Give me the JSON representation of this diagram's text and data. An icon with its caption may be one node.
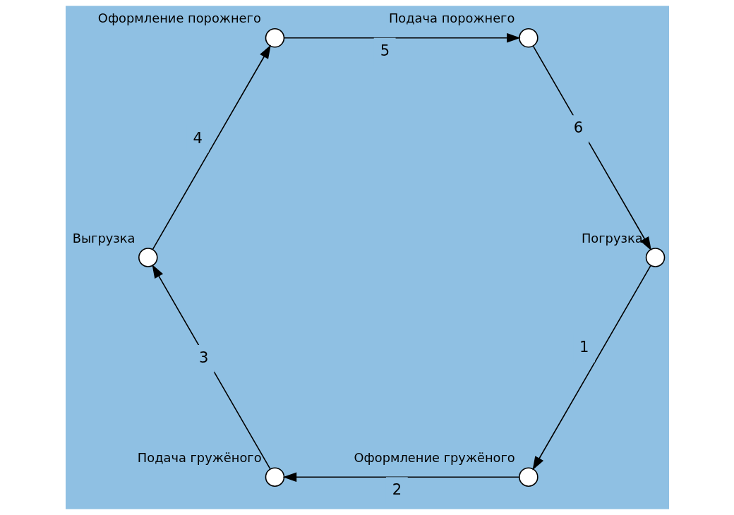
{
  "diagram": {
    "nodes": [
      {
        "text": [],
        "shape": "circle",
        "beside": [
          "Оформление гружёного"
        ]
      },
      {
        "text": [],
        "shape": "circle",
        "beside": [
          "Подача гружёного"
        ]
      },
      {
        "text": [],
        "shape": "circle",
        "beside": [
          "Погрузка"
        ]
      },
      {
        "text": [],
        "shape": "circle",
        "beside": [
          "Выгрузка"
        ]
      },
      {
        "text": [],
        "shape": "circle",
        "beside": [
          "Подача порожнего"
        ]
      },
      {
        "text": [],
        "shape": "circle",
        "beside": [
          "Оформление порожнего"
        ]
      }
    ],
    "edges": [
      {
        "from": 2,
        "to": 0,
        "arrow": "to",
        "label": "1"
      },
      {
        "from": 0,
        "to": 1,
        "arrow": "to",
        "label": "2"
      },
      {
        "from": 1,
        "to": 3,
        "arrow": "to",
        "label": "3"
      },
      {
        "from": 3,
        "to": 5,
        "arrow": "to",
        "label": "4"
      },
      {
        "from": 5,
        "to": 4,
        "arrow": "to",
        "label": "5"
      },
      {
        "from": 4,
        "to": 2,
        "arrow": "to",
        "label": "6"
      }
    ]
  }
}
